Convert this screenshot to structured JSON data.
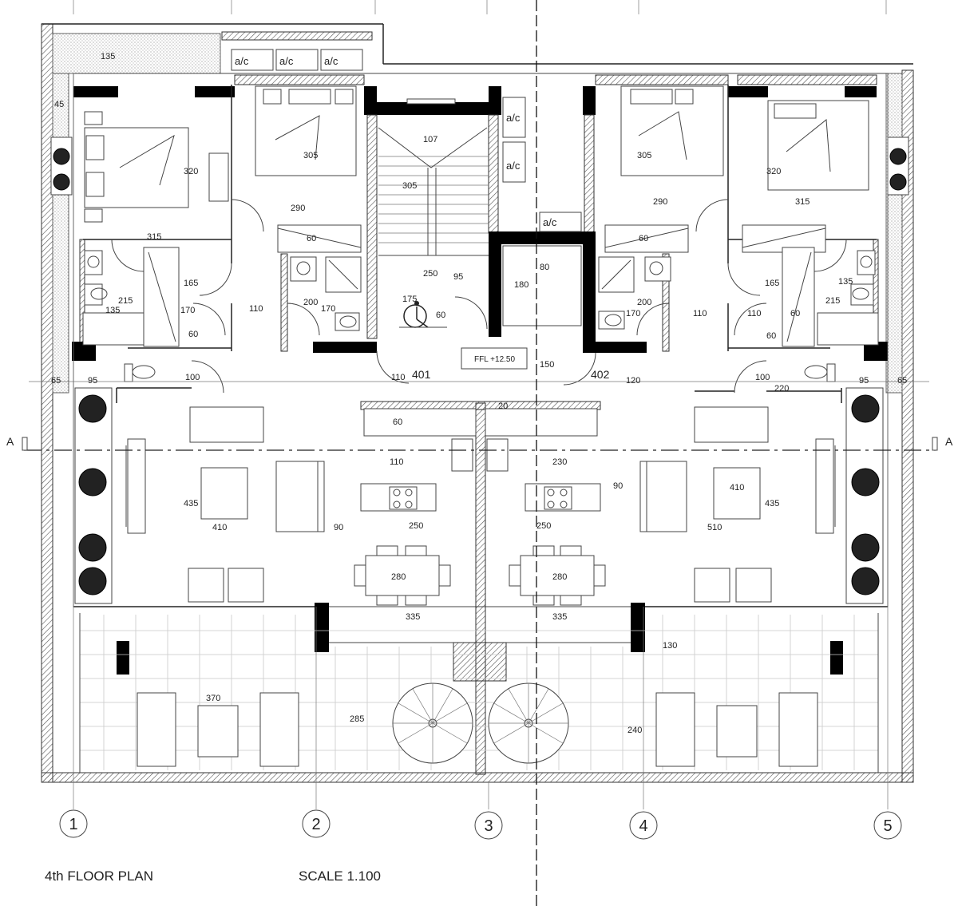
{
  "caption": {
    "title": "4th FLOOR PLAN",
    "scale": "SCALE 1.100"
  },
  "axes": [
    "1",
    "2",
    "3",
    "4",
    "5"
  ],
  "section_marks": {
    "left": "A",
    "right": "A"
  },
  "units": {
    "left": "401",
    "right": "402"
  },
  "ffl": "FFL +12.50",
  "ac_labels": [
    "a/c",
    "a/c",
    "a/c",
    "a/c",
    "a/c",
    "a/c"
  ],
  "dims": {
    "d135a": "135",
    "d45": "45",
    "d320a": "320",
    "d305a": "305",
    "d315a": "315",
    "d290a": "290",
    "d60a": "60",
    "d107": "107",
    "d305s": "305",
    "d250s": "250",
    "d95s": "95",
    "d175": "175",
    "d60s": "60",
    "d180": "180",
    "d80": "80",
    "d165a": "165",
    "d215a": "215",
    "d135b": "135",
    "d170a": "170",
    "d110a": "110",
    "d200a": "200",
    "d170b": "170",
    "d60b": "60",
    "d100a": "100",
    "d95a": "95",
    "d65a": "65",
    "d110b": "110",
    "d150": "150",
    "d120": "120",
    "d305c": "305",
    "d320b": "320",
    "d290b": "290",
    "d315b": "315",
    "d60c": "60",
    "d135c": "135",
    "d165b": "165",
    "d200b": "200",
    "d170c": "170",
    "d110c": "110",
    "d215b": "215",
    "d110d": "110",
    "d60d": "60",
    "d60e": "60",
    "d100b": "100",
    "d220": "220",
    "d95b": "95",
    "d65b": "65",
    "d60f": "60",
    "d20": "20",
    "d110e": "110",
    "d230": "230",
    "d435a": "435",
    "d410a": "410",
    "d90a": "90",
    "d250a": "250",
    "d250b": "250",
    "d90b": "90",
    "d410b": "410",
    "d510": "510",
    "d435b": "435",
    "d280a": "280",
    "d280b": "280",
    "d335a": "335",
    "d335b": "335",
    "d130": "130",
    "d370": "370",
    "d285": "285",
    "d240": "240"
  }
}
